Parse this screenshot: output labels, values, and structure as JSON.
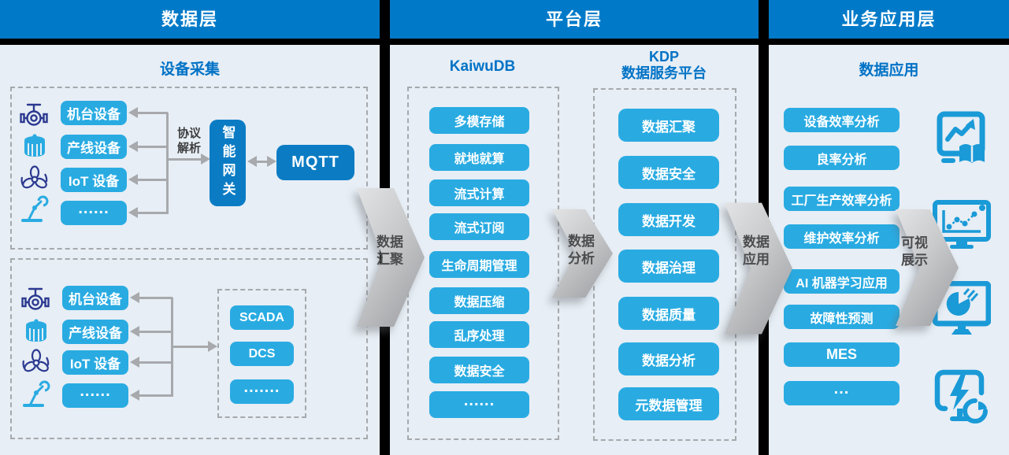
{
  "colors": {
    "header_blue": "#007AC8",
    "node_cyan": "#29ABE2",
    "node_dark_blue": "#0B7CC4",
    "section_bg": "#E7EEF5",
    "heading_text": "#0072C6",
    "connector_gray": "#A7A9AC",
    "app_icon_blue": "#1A9AD7",
    "device_icon_navy": "#2B3990"
  },
  "header": {
    "sections": [
      {
        "title": "数据层"
      },
      {
        "title": "平台层"
      },
      {
        "title": "业务应用层"
      }
    ]
  },
  "data_layer": {
    "subtitle": "设备采集",
    "group1": {
      "devices": [
        "机台设备",
        "产线设备",
        "IoT 设备",
        "......"
      ],
      "protocol": {
        "line1": "协议",
        "line2": "解析"
      },
      "gateway": "智能网关",
      "mqtt": "MQTT"
    },
    "group2": {
      "devices": [
        "机台设备",
        "产线设备",
        "IoT 设备",
        "......"
      ],
      "systems": [
        "SCADA",
        "DCS",
        "......."
      ]
    }
  },
  "platform_layer": {
    "kaiwudb": {
      "title": "KaiwuDB",
      "items": [
        "多模存储",
        "就地就算",
        "流式计算",
        "流式订阅",
        "生命周期管理",
        "数据压缩",
        "乱序处理",
        "数据安全",
        "......"
      ]
    },
    "kdp": {
      "title_line1": "KDP",
      "title_line2": "数据服务平台",
      "items": [
        "数据汇聚",
        "数据安全",
        "数据开发",
        "数据治理",
        "数据质量",
        "数据分析",
        "元数据管理"
      ]
    }
  },
  "app_layer": {
    "subtitle": "数据应用",
    "apps": [
      "设备效率分析",
      "良率分析",
      "工厂生产效率分析",
      "维护效率分析",
      "AI 机器学习应用",
      "故障性预测",
      "MES",
      "..."
    ]
  },
  "flows": [
    {
      "line1": "数据",
      "line2": "汇聚"
    },
    {
      "line1": "数据",
      "line2": "分析"
    },
    {
      "line1": "数据",
      "line2": "应用"
    },
    {
      "line1": "可视",
      "line2": "展示"
    }
  ]
}
